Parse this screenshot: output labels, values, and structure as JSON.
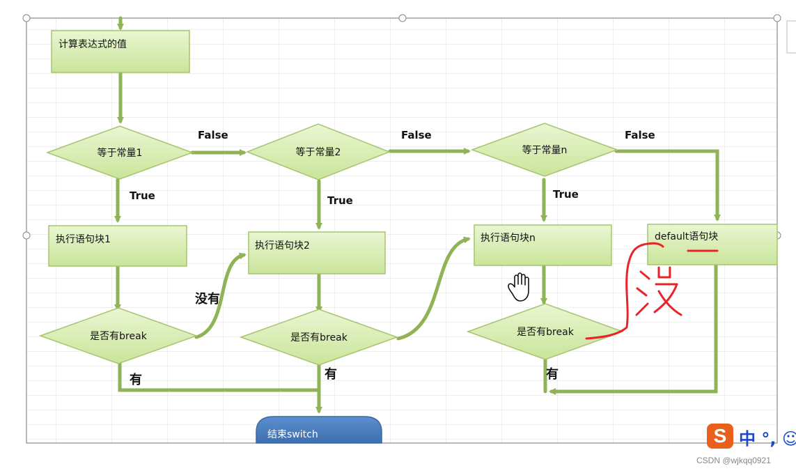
{
  "nodes": {
    "calc": "计算表达式的值",
    "cond1": "等于常量1",
    "cond2": "等于常量2",
    "condn": "等于常量n",
    "exec1": "执行语句块1",
    "exec2": "执行语句块2",
    "execn": "执行语句块n",
    "default": "default语句块",
    "brk1": "是否有break",
    "brk2": "是否有break",
    "brkn": "是否有break",
    "end": "结束switch"
  },
  "labels": {
    "false1": "False",
    "false2": "False",
    "false3": "False",
    "true1": "True",
    "true2": "True",
    "true3": "True",
    "no_break": "没有",
    "yes1": "有",
    "yes2": "有",
    "yes3": "有"
  },
  "annotation": {
    "handwritten": "没"
  },
  "colors": {
    "box_fill": "#d3edab",
    "box_stroke": "#a6c46e",
    "arrow": "#8fb356",
    "end_fill": "#4f81bd",
    "grid": "#d8d8d8",
    "handwriting": "#e8242b"
  },
  "ime": {
    "logo": "S",
    "text": "中 °, ☺"
  },
  "watermark": "CSDN @wjkqq0921"
}
